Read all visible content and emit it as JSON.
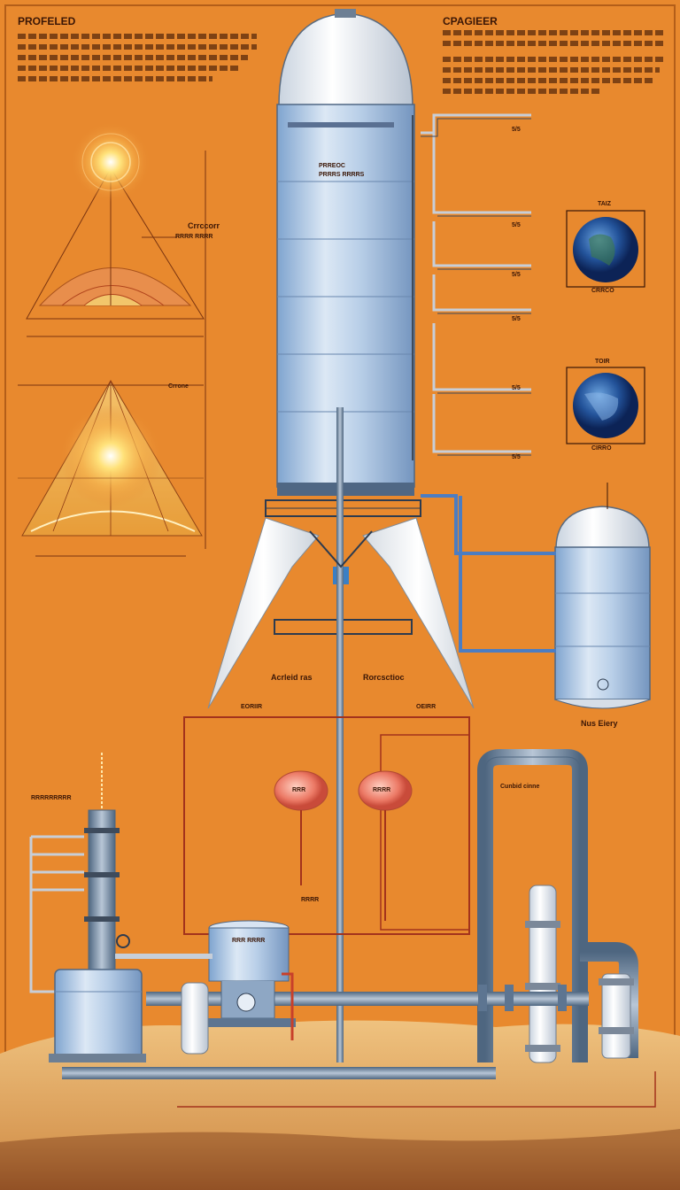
{
  "colors": {
    "background": "#E8892E",
    "tank_blue": "#9DBDE0",
    "tank_white": "#EEF3F8",
    "pipe": "#5D7591",
    "red_line": "#C8402A",
    "ground": "#E3AA64"
  },
  "labels": {
    "top_left_title": "PROFELED",
    "top_right_title": "CPAGIEER",
    "tank_plate_1": "PRREOC",
    "tank_plate_2": "PRRRS RRRRS",
    "upper_cone_label": "Crrccorr",
    "upper_cone_sub": "RRRR RRRR",
    "lower_cone_label": "Crrone",
    "fin_left_label": "Acrleid ras",
    "fin_right_label": "Rorcsctioc",
    "box_left_tag": "EORIIR",
    "box_right_tag": "OEIRR",
    "side_tank_label": "Nus Eiery",
    "globe1_title": "TAIZ",
    "globe1_cap": "CRRCO",
    "globe2_title": "TOIR",
    "globe2_cap": "CIRRO",
    "gauge1": "RRR",
    "gauge2": "RRRR",
    "boiler_label": "RRR RRRR",
    "mid_label": "RRRR",
    "right_pipe_label": "Cunbid cinne",
    "left_tower_label": "RRRRRRRRR",
    "pipe_tag": "5/5"
  },
  "icons": [
    "sun-icon",
    "earth-globe-icon",
    "gauge-icon",
    "valve-icon",
    "tower-icon"
  ]
}
